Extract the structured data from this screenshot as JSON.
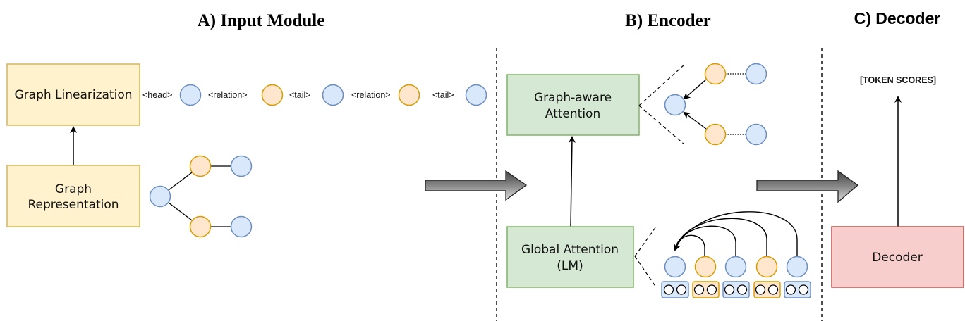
{
  "colors": {
    "yellow_fill": "#fff2cc",
    "yellow_stroke": "#d6b656",
    "green_fill": "#d5e8d4",
    "green_stroke": "#82b366",
    "red_fill": "#f8cecc",
    "red_stroke": "#b85450",
    "blue_node_fill": "#dae8fc",
    "blue_node_stroke": "#6c8ebf",
    "orange_node_fill": "#ffe6cc",
    "orange_node_stroke": "#d79b00"
  },
  "sections": {
    "input_module": {
      "title": "A) Input Module",
      "graph_linearization": "Graph Linearization",
      "graph_representation_line1": "Graph",
      "graph_representation_line2": "Representation",
      "linearized_sequence": [
        {
          "label": "<head>",
          "node": "entity"
        },
        {
          "label": "<relation>",
          "node": "relation"
        },
        {
          "label": "<tail>",
          "node": "entity"
        },
        {
          "label": "<relation>",
          "node": "relation"
        },
        {
          "label": "<tail>",
          "node": "entity"
        }
      ]
    },
    "encoder": {
      "title": "B) Encoder",
      "graph_aware_attention_line1": "Graph-aware",
      "graph_aware_attention_line2": "Attention",
      "global_attention_line1": "Global Attention",
      "global_attention_line2": "(LM)",
      "token_sequence": [
        "entity",
        "relation",
        "entity",
        "relation",
        "entity"
      ]
    },
    "decoder": {
      "title": "C) Decoder",
      "decoder_label": "Decoder",
      "output_label": "[TOKEN SCORES]"
    }
  }
}
